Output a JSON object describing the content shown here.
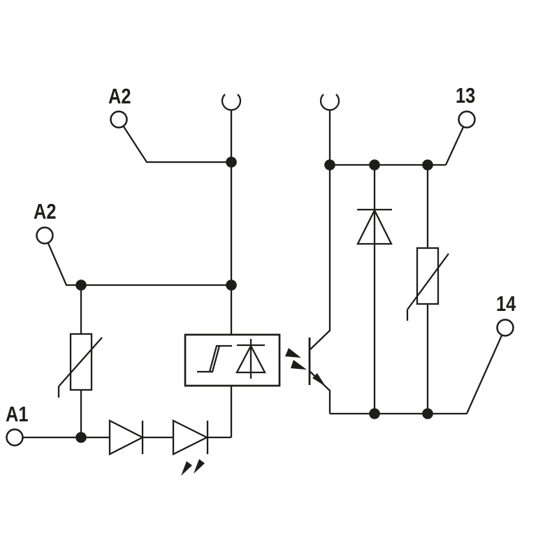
{
  "schematic": {
    "background": "#ffffff",
    "line_color": "#1d1d1b",
    "terminals": {
      "a2_top": {
        "label": "A2"
      },
      "a2_mid": {
        "label": "A2"
      },
      "a1": {
        "label": "A1"
      },
      "t13": {
        "label": "13"
      },
      "t14": {
        "label": "14"
      }
    },
    "components": [
      {
        "name": "plug-connection-left",
        "type": "plug-in-connector-arc"
      },
      {
        "name": "plug-connection-right",
        "type": "plug-in-connector-arc"
      },
      {
        "name": "varistor-input",
        "type": "varistor"
      },
      {
        "name": "series-diode",
        "type": "diode"
      },
      {
        "name": "status-led",
        "type": "led"
      },
      {
        "name": "input-logic-box",
        "type": "schmitt-trigger-with-suppressor-diode"
      },
      {
        "name": "optocoupler-phototransistor",
        "type": "npn-phototransistor"
      },
      {
        "name": "output-suppressor-diode",
        "type": "diode"
      },
      {
        "name": "varistor-output",
        "type": "varistor"
      }
    ]
  }
}
